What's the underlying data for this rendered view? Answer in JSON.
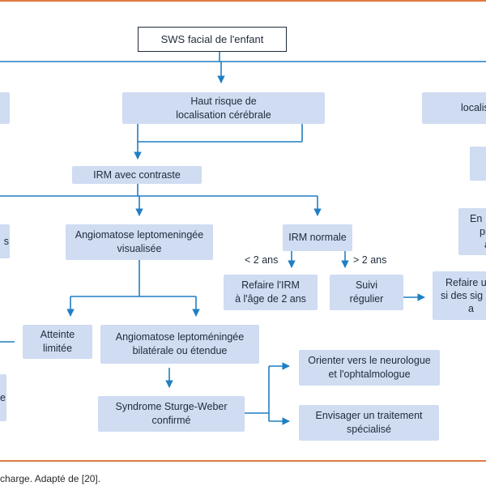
{
  "nodes": {
    "root": [
      "SWS facial de l'enfant"
    ],
    "left_partial_1": [
      ""
    ],
    "high_risk": [
      "Haut risque de",
      "localisation cérébrale"
    ],
    "right_partial_1": [
      "",
      "localisation cérébrale"
    ],
    "irm_contrast": [
      "IRM avec contraste"
    ],
    "right_partial_2": [
      ""
    ],
    "left_partial_2": [
      "s"
    ],
    "angiomatose_visualisee": [
      "Angiomatose leptomeningée",
      "visualisée"
    ],
    "irm_normale": [
      "IRM normale"
    ],
    "right_partial_3": [
      "En",
      "pr",
      "a"
    ],
    "refaire_irm": [
      "Refaire l'IRM",
      "à l'âge de 2 ans"
    ],
    "suivi": [
      "Suivi",
      "régulier"
    ],
    "right_partial_4": [
      "Refaire u",
      "si des sig",
      "a"
    ],
    "atteinte_limitee": [
      "Atteinte",
      "limitée"
    ],
    "angiomatose_bilaterale": [
      "Angiomatose leptoméningée",
      "bilatérale ou étendue"
    ],
    "left_partial_3": [
      "e"
    ],
    "sturge_weber": [
      "Syndrome Sturge-Weber",
      "confirmé"
    ],
    "neurologue": [
      "Orienter vers le neurologue",
      "et l'ophtalmologue"
    ],
    "traitement": [
      "Envisager un traitement",
      "spécialisé"
    ]
  },
  "edge_labels": {
    "under_2": "< 2 ans",
    "over_2": "> 2 ans"
  },
  "footnote": "charge. Adapté de [20].",
  "colors": {
    "node_fill": "#cfdcf2",
    "connector": "#1f7fc4",
    "text": "#1f2a3a",
    "rule": "#e07a3f"
  }
}
